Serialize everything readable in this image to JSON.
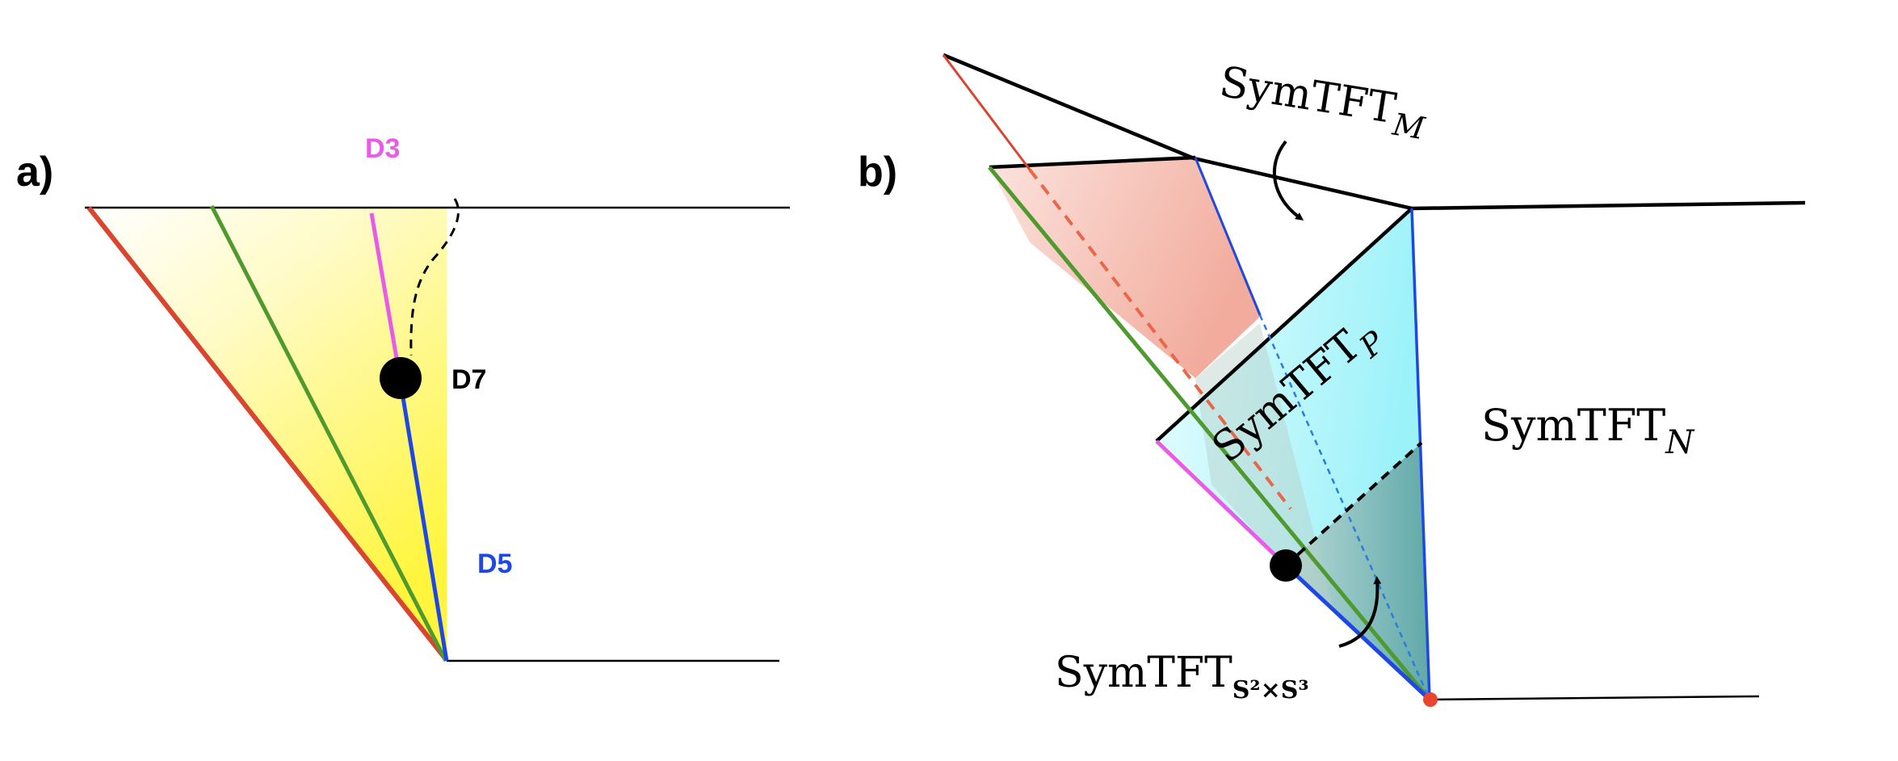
{
  "panel_a": {
    "label": "a)",
    "d3_label": "D3",
    "d7_label": "D7",
    "d5_label": "D5"
  },
  "panel_b": {
    "label": "b)",
    "symtft_m": {
      "base": "SymTFT",
      "sub": "M"
    },
    "symtft_p": {
      "base": "SymTFT",
      "sub": "P"
    },
    "symtft_n": {
      "base": "SymTFT",
      "sub": "N"
    },
    "symtft_s": {
      "base": "SymTFT",
      "sub": "S²×S³"
    }
  },
  "colors": {
    "d3": "#e85be8",
    "d5": "#1e47e6",
    "d7": "#000000",
    "green_line": "#4e9a2f",
    "red_line": "#d9452f",
    "yellow_fill": "#fff86a",
    "red_region": "#f0a89a",
    "cyan_region": "#9ef2f9",
    "teal_region": "#5aa9aa"
  }
}
